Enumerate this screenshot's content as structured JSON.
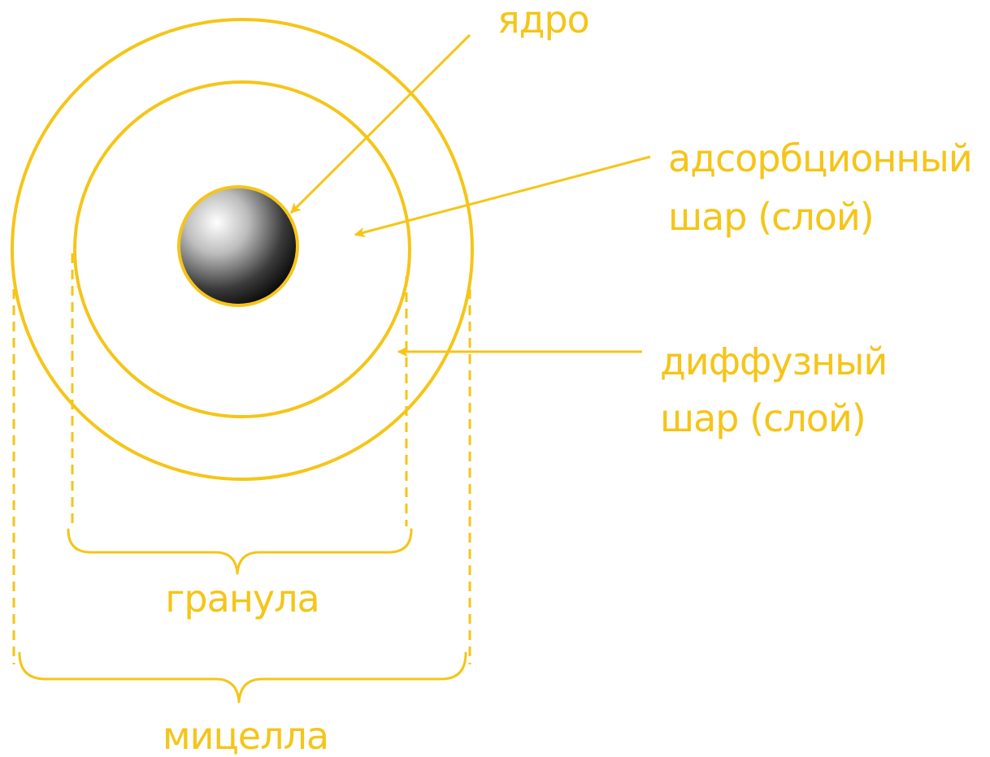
{
  "colors": {
    "accent": "#F5C518",
    "label": "#F5C518",
    "nucleus_dark": "#111111",
    "nucleus_light": "#ffffff"
  },
  "labels": {
    "nucleus": "ядро",
    "adsorption_line1": "адсорбционный",
    "adsorption_line2": "шар (слой)",
    "diffuse_line1": "диффузный",
    "diffuse_line2": "шар (слой)",
    "granule": "гранула",
    "micelle": "мицелла"
  }
}
